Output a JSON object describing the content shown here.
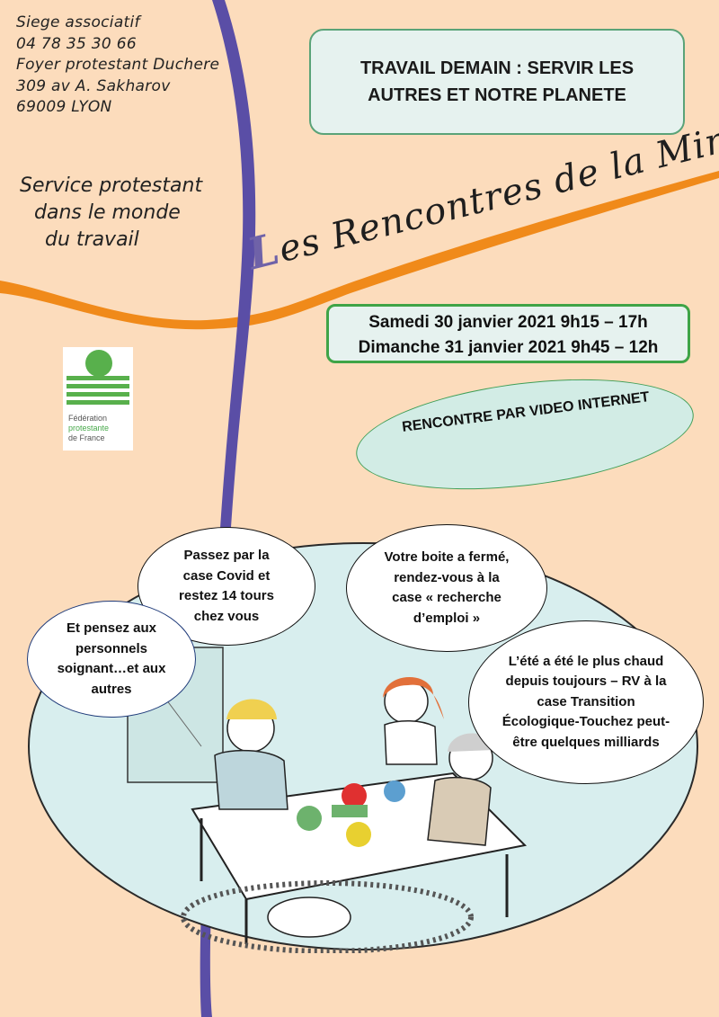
{
  "header": {
    "address_lines": [
      "Siege associatif",
      "04 78 35 30 66",
      "Foyer protestant Duchere",
      "309 av A. Sakharov",
      "69009 LYON"
    ],
    "service_lines": [
      "Service protestant",
      "dans le monde",
      "du travail"
    ]
  },
  "theme": {
    "text": "TRAVAIL DEMAIN : SERVIR LES AUTRES  ET NOTRE PLANETE"
  },
  "series_title": {
    "initial": "L",
    "rest": "es Rencontres de la Mirly"
  },
  "dates": {
    "line1": "Samedi 30 janvier 2021  9h15 – 17h",
    "line2": "Dimanche 31 janvier 2021 9h45 – 12h"
  },
  "logo": {
    "line1": "Fédération",
    "line2": "protestante",
    "line3": "de France"
  },
  "video": {
    "text": "RENCONTRE PAR VIDEO INTERNET"
  },
  "bubbles": {
    "covid": "Passez par la case Covid et restez 14 tours chez vous",
    "emploi": "Votre boite a fermé, rendez-vous à la case « recherche d’emploi »",
    "soignants": "Et pensez aux personnels soignant…et aux autres",
    "climat": "L’été a été le plus chaud depuis toujours – RV à la case Transition Écologique-Touchez peut-être quelques milliards"
  },
  "colors": {
    "background": "#fcdcbc",
    "ribbon_purple": "#5a4ea6",
    "ribbon_orange": "#f08a1a",
    "box_green": "#3fa447",
    "box_fill": "#e6f2ef",
    "scene_fill": "#d8eeee"
  }
}
